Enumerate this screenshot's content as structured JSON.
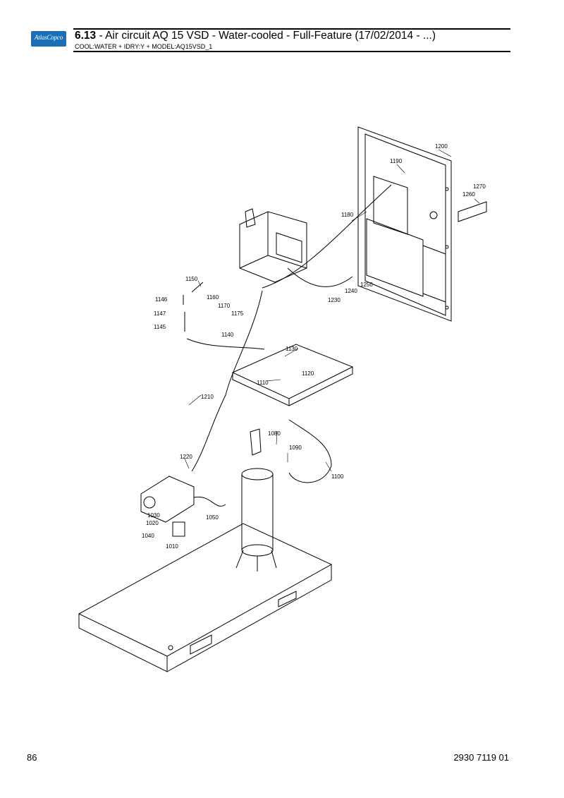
{
  "header": {
    "brand": "AtlasCopco",
    "section": "6.13",
    "title": " - Air circuit AQ 15 VSD - Water-cooled - Full-Feature (17/02/2014 - ...)",
    "subtitle": "COOL:WATER + IDRY:Y + MODEL:AQ15VSD_1"
  },
  "callouts": {
    "c1010": "1010",
    "c1020": "1020",
    "c1030": "1030",
    "c1040": "1040",
    "c1050": "1050",
    "c1080": "1080",
    "c1090": "1090",
    "c1100": "1100",
    "c1110": "1110",
    "c1120": "1120",
    "c1130": "1130",
    "c1140": "1140",
    "c1145": "1145",
    "c1146": "1146",
    "c1147": "1147",
    "c1150": "1150",
    "c1160": "1160",
    "c1170": "1170",
    "c1175": "1175",
    "c1180": "1180",
    "c1190": "1190",
    "c1200": "1200",
    "c1210": "1210",
    "c1220": "1220",
    "c1230": "1230",
    "c1240": "1240",
    "c1250": "1250",
    "c1260": "1260",
    "c1270": "1270"
  },
  "footer": {
    "page_number": "86",
    "document_number": "2930 7119 01"
  }
}
